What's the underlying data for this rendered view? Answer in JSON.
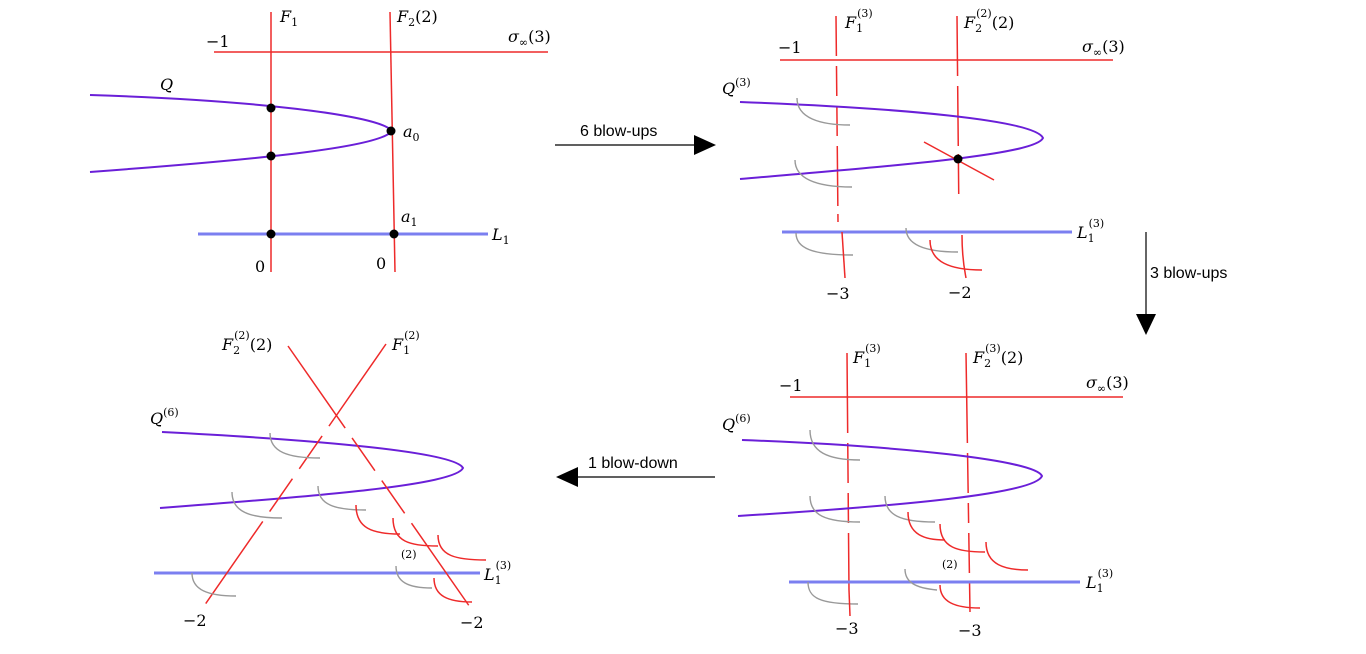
{
  "colors": {
    "curve_red": "#ee2a2a",
    "curve_gray": "#999999",
    "conic_purple": "#6a1fd8",
    "line_blue": "#7b7ff0"
  },
  "arrows": {
    "top": "6 blow-ups",
    "right": "3 blow-ups",
    "bottom": "1 blow-down"
  },
  "panel1": {
    "F1": "F",
    "F1_sub": "1",
    "F2": "F",
    "F2_sub": "2",
    "F2_arg": "(2)",
    "sigma": "σ",
    "sigma_sub": "∞",
    "sigma_arg": "(3)",
    "minus_one": "−1",
    "Q": "Q",
    "a0": "a",
    "a0_sub": "0",
    "a1": "a",
    "a1_sub": "1",
    "L": "L",
    "L_sub": "1",
    "zero_left": "0",
    "zero_right": "0"
  },
  "panel2": {
    "F1": "F",
    "F1_sub": "1",
    "F1_sup": "(3)",
    "F2": "F",
    "F2_sub": "2",
    "F2_sup": "(2)",
    "F2_arg": "(2)",
    "sigma": "σ",
    "sigma_sub": "∞",
    "sigma_arg": "(3)",
    "minus_one": "−1",
    "Q": "Q",
    "Q_sup": "(3)",
    "L": "L",
    "L_sub": "1",
    "L_sup": "(3)",
    "minus_three": "−3",
    "minus_two": "−2"
  },
  "panel3": {
    "F1": "F",
    "F1_sub": "1",
    "F1_sup": "(3)",
    "F2": "F",
    "F2_sub": "2",
    "F2_sup": "(3)",
    "F2_arg": "(2)",
    "sigma": "σ",
    "sigma_sub": "∞",
    "sigma_arg": "(3)",
    "minus_one": "−1",
    "Q": "Q",
    "Q_sup": "(6)",
    "L": "L",
    "L_sub": "1",
    "L_sup": "(3)",
    "small_two": "(2)",
    "minus_three_left": "−3",
    "minus_three_right": "−3"
  },
  "panel4": {
    "F2": "F",
    "F2_sub": "2",
    "F2_sup": "(2)",
    "F2_arg": "(2)",
    "F1": "F",
    "F1_sub": "1",
    "F1_sup": "(2)",
    "Q": "Q",
    "Q_sup": "(6)",
    "L": "L",
    "L_sub": "1",
    "L_sup": "(3)",
    "small_two": "(2)",
    "minus_two_left": "−2",
    "minus_two_right": "−2"
  }
}
